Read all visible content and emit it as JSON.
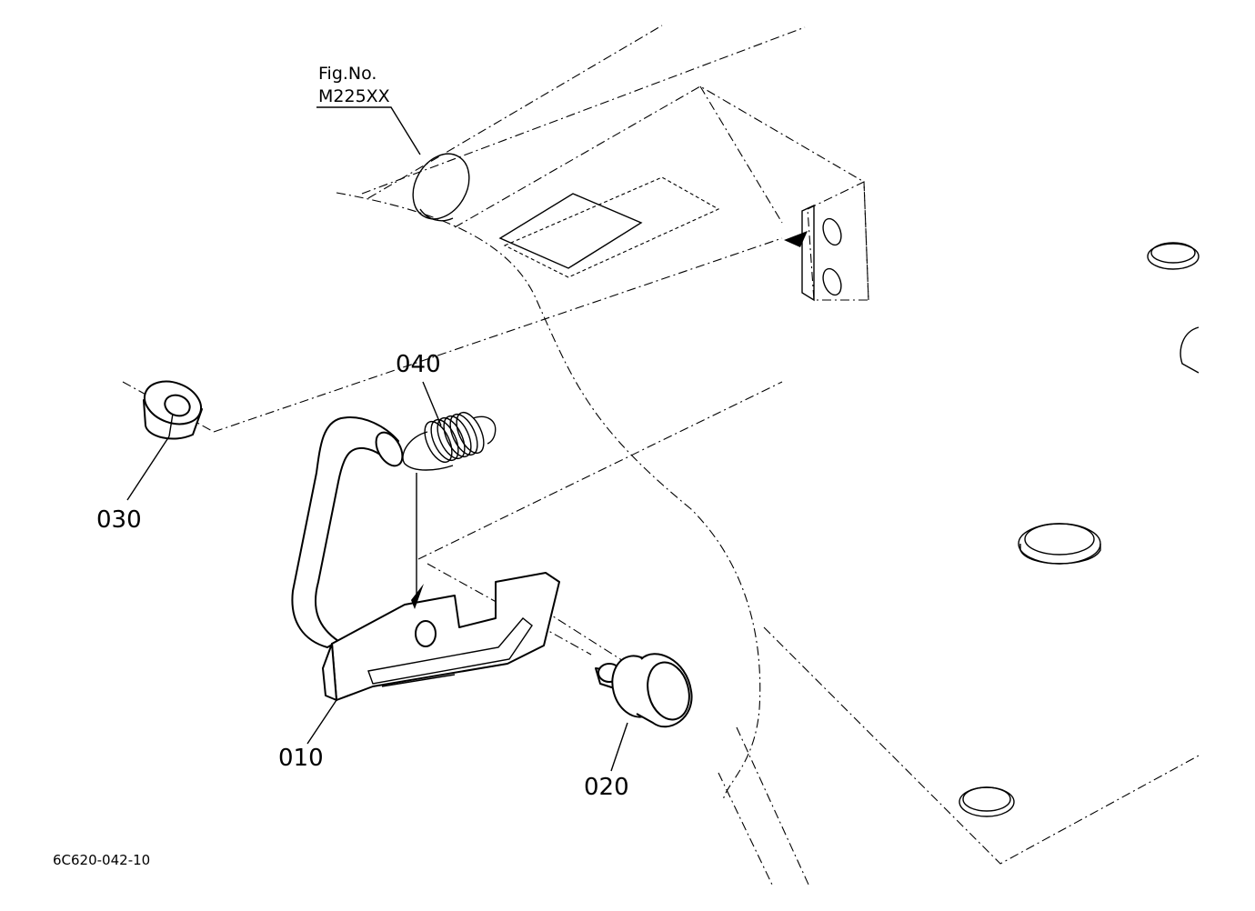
{
  "figure": {
    "fig_label": "Fig.No.",
    "fig_number": "M225XX",
    "drawing_code": "6C620-042-10"
  },
  "callouts": [
    {
      "id": "040",
      "text": "040"
    },
    {
      "id": "030",
      "text": "030"
    },
    {
      "id": "010",
      "text": "010"
    },
    {
      "id": "020",
      "text": "020"
    }
  ]
}
